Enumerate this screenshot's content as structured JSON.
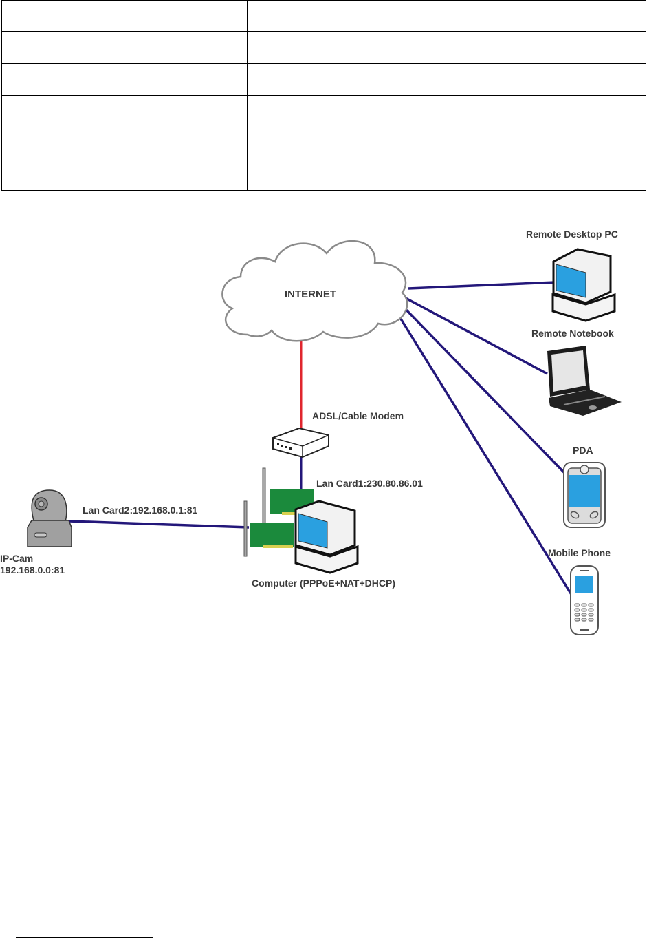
{
  "table": {
    "rows": [
      {
        "col1": "",
        "col2": ""
      },
      {
        "col1": "",
        "col2": ""
      },
      {
        "col1": "",
        "col2": ""
      },
      {
        "col1": "",
        "col2": ""
      },
      {
        "col1": "",
        "col2": ""
      }
    ]
  },
  "diagram": {
    "cloud": {
      "label": "INTERNET",
      "icon": "cloud-icon"
    },
    "modem": {
      "label": "ADSL/Cable Modem",
      "icon": "modem-icon"
    },
    "computer": {
      "label": "Computer (PPPoE+NAT+DHCP)",
      "icon": "desktop-computer-icon"
    },
    "lan_card1": {
      "label": "Lan Card1:230.80.86.01",
      "icon": "network-card-icon"
    },
    "lan_card2": {
      "label": "Lan Card2:192.168.0.1:81",
      "icon": "network-card-icon"
    },
    "ip_cam": {
      "label_line1": "IP-Cam",
      "label_line2": "192.168.0.0:81",
      "icon": "ip-camera-icon"
    },
    "remote_desktop": {
      "label": "Remote Desktop PC",
      "icon": "desktop-computer-icon"
    },
    "remote_notebook": {
      "label": "Remote Notebook",
      "icon": "laptop-icon"
    },
    "pda": {
      "label": "PDA",
      "icon": "pda-icon"
    },
    "mobile_phone": {
      "label": "Mobile Phone",
      "icon": "mobile-phone-icon"
    },
    "colors": {
      "lan_link": "#23177a",
      "wan_link": "#e0262e",
      "screen": "#2aa0e0",
      "card": "#1b8a3c"
    }
  }
}
